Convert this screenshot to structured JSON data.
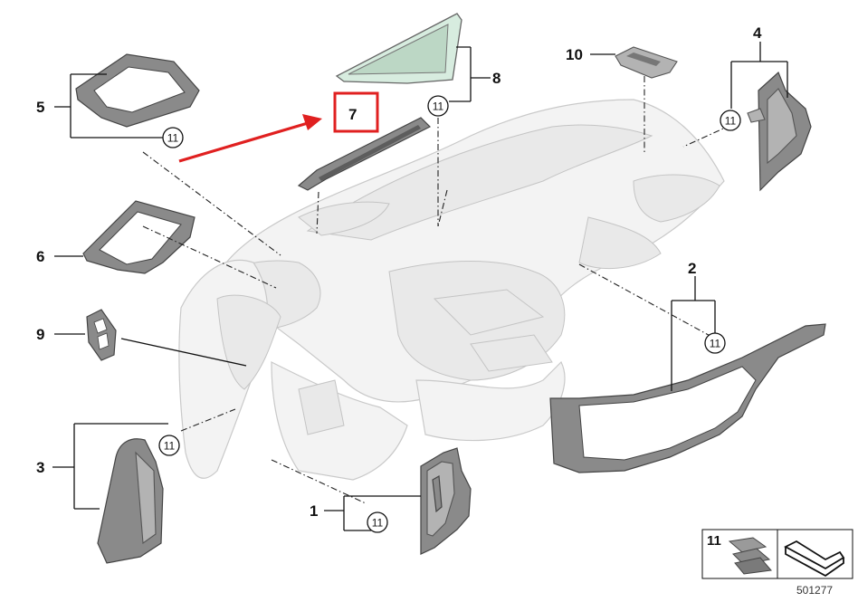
{
  "callouts": {
    "c1": "1",
    "c2": "2",
    "c3": "3",
    "c4": "4",
    "c5": "5",
    "c6": "6",
    "c7": "7",
    "c8": "8",
    "c9": "9",
    "c10": "10"
  },
  "fastener_ref": "11",
  "legend": {
    "item_number": "11"
  },
  "document_number": "501277",
  "colors": {
    "highlight": "#e02020",
    "part": "#8a8a8a",
    "ghost": "#f3f3f3"
  }
}
